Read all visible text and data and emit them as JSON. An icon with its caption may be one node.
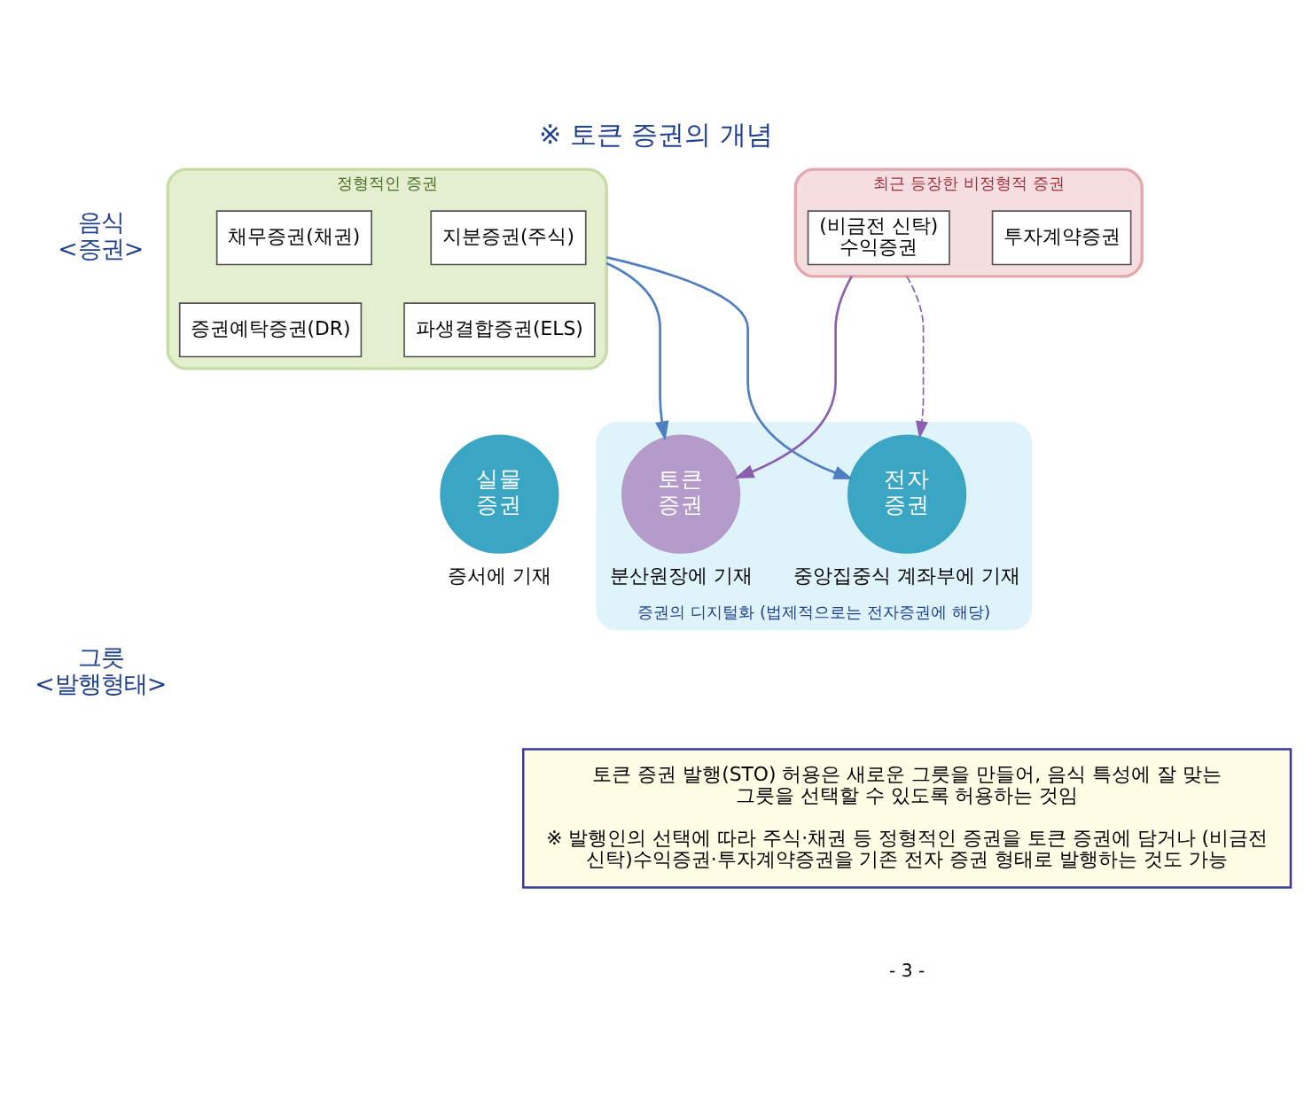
{
  "diagram": {
    "title": "※ 토큰 증권의 개념",
    "nodes": [
      {
        "text": [
          "정형적인 증권"
        ]
      },
      {
        "text": [
          "지분증권(주식)"
        ],
        "in": 0
      },
      {
        "text": [
          "채무증권(채권)"
        ],
        "in": 0
      },
      {
        "text": [
          "파생결합증권(ELS)"
        ],
        "in": 0
      },
      {
        "text": [
          "증권예탁증권(DR)"
        ],
        "in": 0
      },
      {
        "text": [
          "최근 등장한 비정형적 증권"
        ]
      },
      {
        "text": [
          "(비금전 신탁) 수익증권"
        ],
        "in": 5
      },
      {
        "text": [
          "투자계약증권"
        ],
        "in": 5
      },
      {
        "text": [
          "실물 증권"
        ],
        "beside": [
          "증서에 기재"
        ]
      },
      {
        "text": [
          "증권의 디지털화 (법제적으로는 전자증권에 해당)"
        ]
      },
      {
        "text": [
          "전자 증권"
        ],
        "in": 9,
        "beside": [
          "중앙집중식 계좌부에 기재"
        ]
      },
      {
        "text": [
          "토큰 증권"
        ],
        "in": 9,
        "beside": [
          "분산원장에 기재"
        ]
      },
      {
        "text": [
          "토큰 증권 발행(STO) 허용은 새로운 그릇을 만들어, 음식 특성에 잘 맞는 그릇을 선택할 수 있도록 허용하는 것임",
          "※ 발행인의 선택에 따라 주식·채권 등 정형적인 증권을 토큰 증권에 담거나 (비금전 신탁)수익증권·투자계약증권을 기존 전자 증권 형태로 발행하는 것도 가능"
        ]
      }
    ],
    "edges": [
      {
        "from": 0,
        "to": 10,
        "arrow": "to",
        "color": "#4f7fc0"
      },
      {
        "from": 0,
        "to": 11,
        "arrow": "to",
        "color": "#4f7fc0"
      },
      {
        "from": 5,
        "to": 10,
        "arrow": "to",
        "style": "dashed",
        "color": "#8a5fb0"
      },
      {
        "from": 5,
        "to": 11,
        "arrow": "to",
        "color": "#8a5fb0"
      }
    ],
    "labels": [
      "음식 <증권>",
      "그릇 <발행형태>",
      "- 3 -"
    ]
  }
}
